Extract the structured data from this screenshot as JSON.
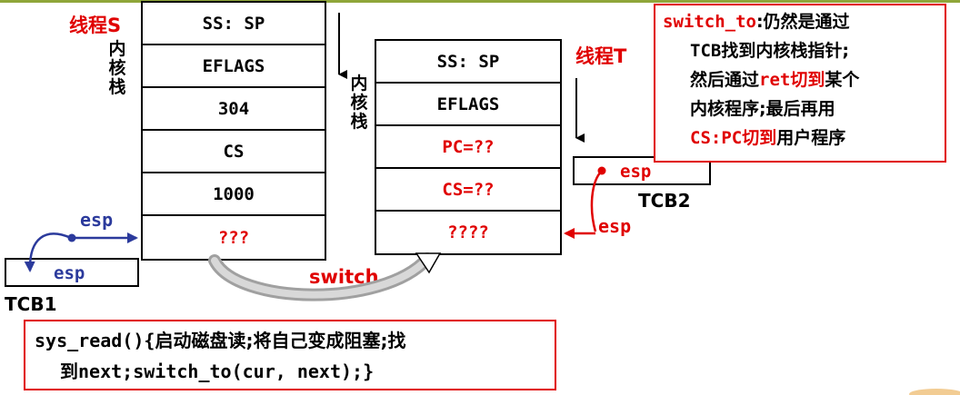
{
  "thread_s": {
    "label": "线程S",
    "kernel_stack_label": "内核栈",
    "cells": [
      "SS: SP",
      "EFLAGS",
      "304",
      "CS",
      "1000",
      "???"
    ]
  },
  "thread_t": {
    "label": "线程T",
    "kernel_stack_label": "内核栈",
    "cells": [
      "SS: SP",
      "EFLAGS",
      "PC=??",
      "CS=??",
      "????"
    ]
  },
  "tcb1": {
    "name": "TCB1",
    "field": "esp",
    "pointer_label": "esp"
  },
  "tcb2": {
    "name": "TCB2",
    "field": "esp",
    "pointer_label": "esp"
  },
  "switch_label": "switch",
  "note": {
    "p1_code": "switch_to",
    "p1_text": ":仍然是通过",
    "p2_code": "TCB",
    "p2_text": "找到内核栈指针;",
    "p3_text": "然后通过",
    "p3_code": "ret",
    "p3_text2": "切到",
    "p3_text3": "某个",
    "p4_text": "内核程序;最后再用",
    "p5_code": "CS:PC",
    "p5_text": "切到",
    "p5_text2": "用户程序"
  },
  "code": {
    "line1_a": "sys_read(){",
    "line1_b": "启动磁盘读;将自己变成阻塞;找",
    "line2_a": "到",
    "line2_b": "next;switch_to(cur, next);}"
  },
  "colors": {
    "accent_red": "#e00000",
    "arrow_blue": "#2b3a9c",
    "arc_gray": "#a0a0a0",
    "top_line": "#8fa63a"
  }
}
